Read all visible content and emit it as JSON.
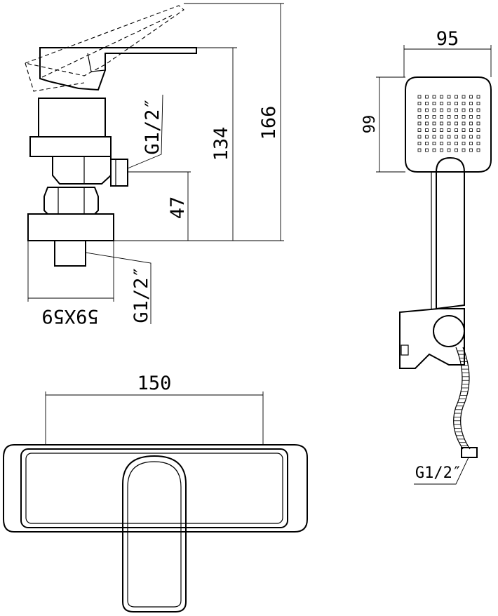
{
  "dimensions": {
    "side_view": {
      "total_height": "166",
      "spout_height": "134",
      "inlet_height": "47",
      "inlet_thread_top": "G1/2″",
      "outlet_thread": "G1/2″",
      "escutcheon_size": "59X59"
    },
    "front_view": {
      "center_distance": "150"
    },
    "hand_shower": {
      "head_width": "95",
      "head_height": "99",
      "hose_thread": "G1/2″"
    }
  }
}
